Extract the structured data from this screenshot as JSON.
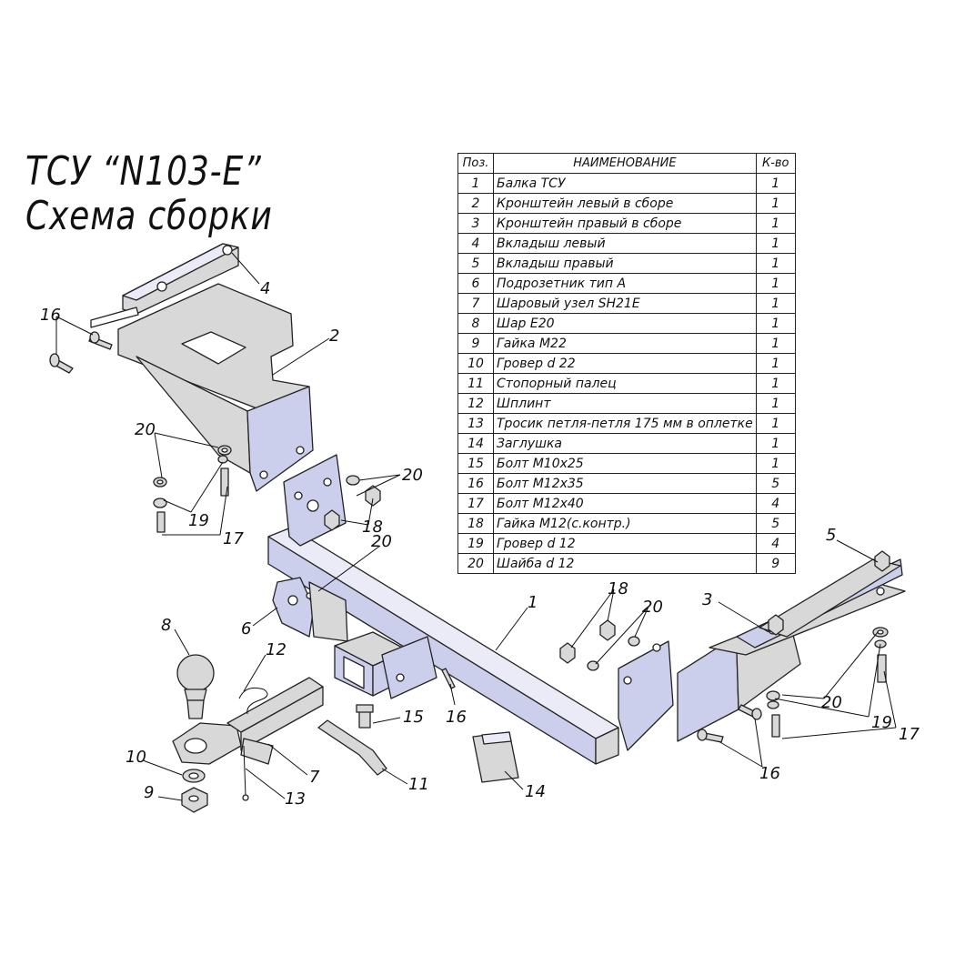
{
  "title": {
    "line1": "ТСУ “N103-E”",
    "line2": "Схема сборки"
  },
  "table": {
    "headers": {
      "pos": "Поз.",
      "name": "НАИМЕНОВАНИЕ",
      "qty": "К-во"
    },
    "rows": [
      {
        "pos": "1",
        "name": "Балка ТСУ",
        "qty": "1"
      },
      {
        "pos": "2",
        "name": "Кронштейн левый в сборе",
        "qty": "1"
      },
      {
        "pos": "3",
        "name": "Кронштейн правый в сборе",
        "qty": "1"
      },
      {
        "pos": "4",
        "name": "Вкладыш левый",
        "qty": "1"
      },
      {
        "pos": "5",
        "name": "Вкладыш правый",
        "qty": "1"
      },
      {
        "pos": "6",
        "name": "Подрозетник тип А",
        "qty": "1"
      },
      {
        "pos": "7",
        "name": "Шаровый узел SH21E",
        "qty": "1"
      },
      {
        "pos": "8",
        "name": "Шар Е20",
        "qty": "1"
      },
      {
        "pos": "9",
        "name": "Гайка М22",
        "qty": "1"
      },
      {
        "pos": "10",
        "name": "Гровер d 22",
        "qty": "1"
      },
      {
        "pos": "11",
        "name": "Стопорный палец",
        "qty": "1"
      },
      {
        "pos": "12",
        "name": "Шплинт",
        "qty": "1"
      },
      {
        "pos": "13",
        "name": "Тросик петля-петля 175 мм в оплетке",
        "qty": "1"
      },
      {
        "pos": "14",
        "name": "Заглушка",
        "qty": "1"
      },
      {
        "pos": "15",
        "name": "Болт М10х25",
        "qty": "1"
      },
      {
        "pos": "16",
        "name": "Болт М12х35",
        "qty": "5"
      },
      {
        "pos": "17",
        "name": "Болт М12х40",
        "qty": "4"
      },
      {
        "pos": "18",
        "name": "Гайка М12(с.контр.)",
        "qty": "5"
      },
      {
        "pos": "19",
        "name": "Гровер d 12",
        "qty": "4"
      },
      {
        "pos": "20",
        "name": "Шайба d 12",
        "qty": "9"
      }
    ]
  },
  "callouts": [
    "1",
    "2",
    "3",
    "4",
    "5",
    "6",
    "7",
    "8",
    "9",
    "10",
    "11",
    "12",
    "13",
    "14",
    "15",
    "16",
    "17",
    "18",
    "19",
    "20"
  ]
}
